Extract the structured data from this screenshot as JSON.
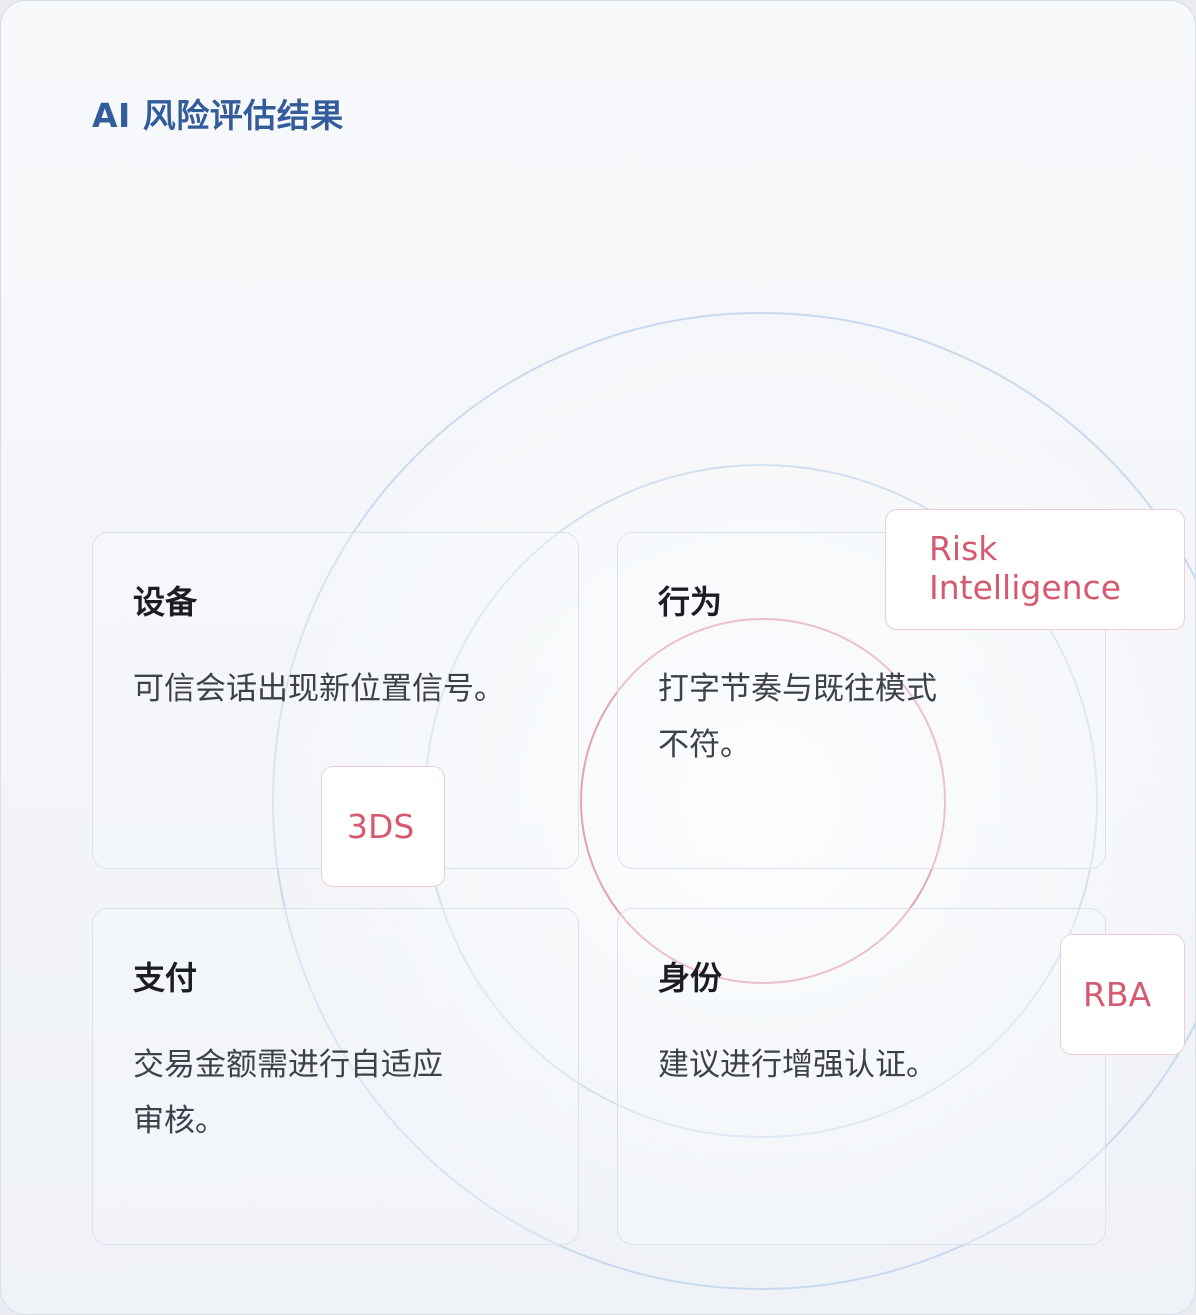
{
  "header": {
    "title": "AI 风险评估结果"
  },
  "cards": [
    {
      "title": "设备",
      "body_lines": [
        "可信会话出现新位置信号。"
      ]
    },
    {
      "title": "行为",
      "body_lines": [
        "打字节奏与既往模式",
        "不符。"
      ]
    },
    {
      "title": "支付",
      "body_lines": [
        "交易金额需进行自适应",
        "审核。"
      ]
    },
    {
      "title": "身份",
      "body_lines": [
        "建议进行增强认证。"
      ]
    }
  ],
  "tags": {
    "risk_line1": "Risk",
    "risk_line2": "Intelligence",
    "three_ds": "3DS",
    "rba": "RBA"
  },
  "colors": {
    "title": "#335c9b",
    "tag_text": "#d65a6f",
    "outer_ring": "#c9daf0",
    "inner_ring": "#e3a3b4"
  }
}
